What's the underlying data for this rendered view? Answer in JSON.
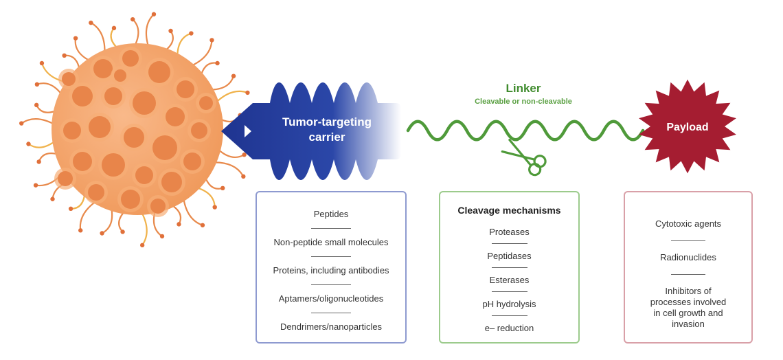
{
  "carrier": {
    "label_line1": "Tumor-targeting",
    "label_line2": "carrier",
    "items": [
      "Peptides",
      "Non-peptide small molecules",
      "Proteins, including antibodies",
      "Aptamers/oligonucleotides",
      "Dendrimers/nanoparticles"
    ]
  },
  "linker": {
    "title": "Linker",
    "subtitle": "Cleavable or non-cleavable",
    "heading": "Cleavage mechanisms",
    "items": [
      "Proteases",
      "Peptidases",
      "Esterases",
      "pH hydrolysis",
      "e– reduction"
    ]
  },
  "payload": {
    "label": "Payload",
    "items": [
      "Cytotoxic agents",
      "Radionuclides",
      "Inhibitors of processes involved in cell growth and invasion"
    ]
  },
  "colors": {
    "tumor_cell": "#f4a46a",
    "tumor_nucleus": "#e8854a",
    "carrier_dark": "#1f3490",
    "carrier_light": "#ffffff",
    "linker": "#4f9a3a",
    "payload": "#a51d31"
  },
  "icons": {
    "tumor": "tumor-cell-icon",
    "scissors": "scissors-icon"
  }
}
